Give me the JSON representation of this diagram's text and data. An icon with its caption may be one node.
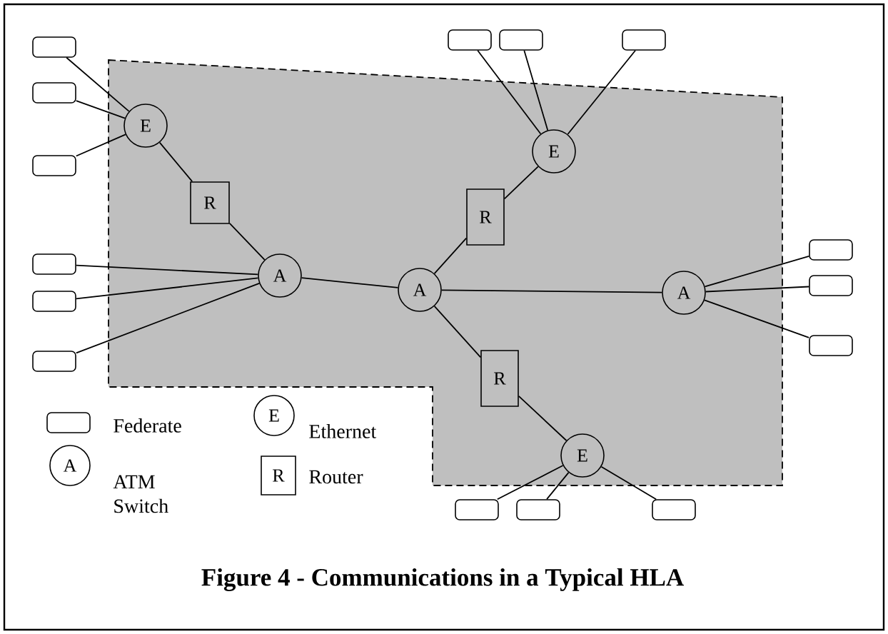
{
  "diagram": {
    "caption": "Figure 4 - Communications in a Typical HLA",
    "nodes": [
      {
        "text": [],
        "shape": "box"
      },
      {
        "text": [],
        "shape": "box"
      },
      {
        "text": [],
        "shape": "box"
      },
      {
        "text": [],
        "shape": "box"
      },
      {
        "text": [],
        "shape": "box"
      },
      {
        "text": [],
        "shape": "box"
      },
      {
        "text": [],
        "shape": "box"
      },
      {
        "text": [],
        "shape": "box"
      },
      {
        "text": [],
        "shape": "box"
      },
      {
        "text": [],
        "shape": "box"
      },
      {
        "text": [],
        "shape": "box"
      },
      {
        "text": [],
        "shape": "box"
      },
      {
        "text": [],
        "shape": "box"
      },
      {
        "text": [],
        "shape": "box"
      },
      {
        "text": [],
        "shape": "box"
      },
      {
        "text": [
          "E"
        ]
      },
      {
        "text": [
          "E"
        ]
      },
      {
        "text": [
          "E"
        ]
      },
      {
        "text": [
          "A"
        ]
      },
      {
        "text": [
          "A"
        ]
      },
      {
        "text": [
          "A"
        ]
      },
      {
        "text": [
          "R"
        ]
      },
      {
        "text": [
          "R"
        ]
      },
      {
        "text": [
          "R"
        ]
      }
    ],
    "edges": [
      {
        "from": 0,
        "to": 15,
        "arrow": "none"
      },
      {
        "from": 1,
        "to": 15,
        "arrow": "none"
      },
      {
        "from": 2,
        "to": 15,
        "arrow": "none"
      },
      {
        "from": 15,
        "to": 21,
        "arrow": "none"
      },
      {
        "from": 21,
        "to": 18,
        "arrow": "none"
      },
      {
        "from": 3,
        "to": 18,
        "arrow": "none"
      },
      {
        "from": 4,
        "to": 18,
        "arrow": "none"
      },
      {
        "from": 5,
        "to": 18,
        "arrow": "none"
      },
      {
        "from": 18,
        "to": 19,
        "arrow": "none"
      },
      {
        "from": 19,
        "to": 22,
        "arrow": "none"
      },
      {
        "from": 22,
        "to": 16,
        "arrow": "none"
      },
      {
        "from": 16,
        "to": 6,
        "arrow": "none"
      },
      {
        "from": 16,
        "to": 7,
        "arrow": "none"
      },
      {
        "from": 16,
        "to": 8,
        "arrow": "none"
      },
      {
        "from": 19,
        "to": 20,
        "arrow": "none"
      },
      {
        "from": 20,
        "to": 9,
        "arrow": "none"
      },
      {
        "from": 20,
        "to": 10,
        "arrow": "none"
      },
      {
        "from": 20,
        "to": 11,
        "arrow": "none"
      },
      {
        "from": 19,
        "to": 23,
        "arrow": "none"
      },
      {
        "from": 23,
        "to": 17,
        "arrow": "none"
      },
      {
        "from": 17,
        "to": 12,
        "arrow": "none"
      },
      {
        "from": 17,
        "to": 13,
        "arrow": "none"
      },
      {
        "from": 17,
        "to": 14,
        "arrow": "none"
      }
    ],
    "labels": [
      "E",
      "A",
      "R"
    ],
    "legend": [
      {
        "text": "Federate"
      },
      {
        "text": "Ethernet"
      },
      {
        "text": "ATM Switch"
      },
      {
        "text": "Router"
      }
    ]
  }
}
